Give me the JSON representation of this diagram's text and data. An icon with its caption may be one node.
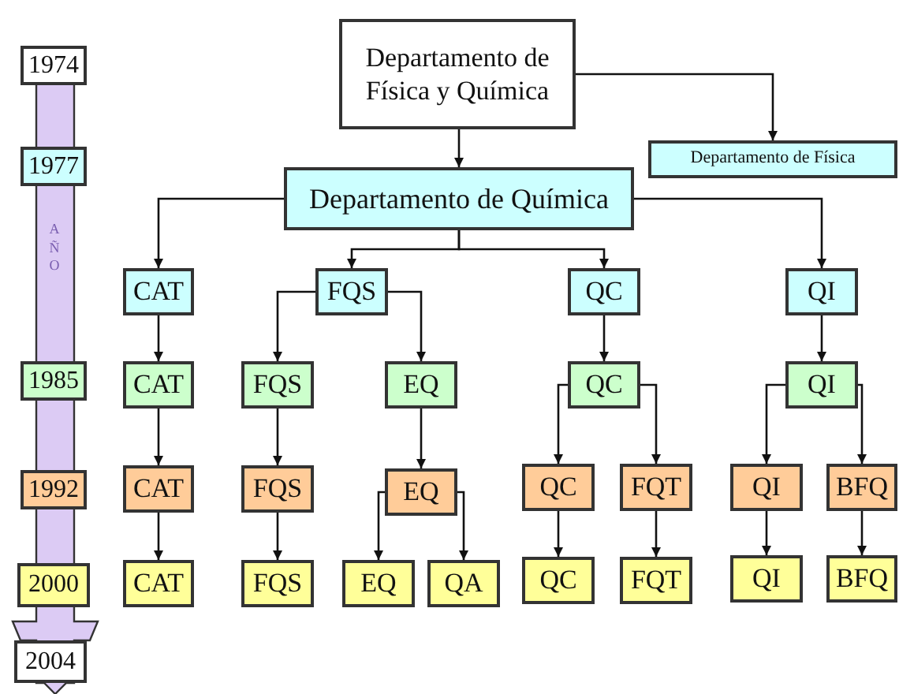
{
  "diagram": {
    "nodes": [
      {
        "text": [
          "1974"
        ]
      },
      {
        "text": [
          "1977"
        ]
      },
      {
        "text": [
          "1985"
        ]
      },
      {
        "text": [
          "1992"
        ]
      },
      {
        "text": [
          "2000"
        ]
      },
      {
        "text": [
          "2004"
        ]
      },
      {
        "text": [
          "Departamento de Física y Química"
        ]
      },
      {
        "text": [
          "Departamento de Física"
        ]
      },
      {
        "text": [
          "Departamento de Química"
        ]
      },
      {
        "text": [
          "CAT"
        ]
      },
      {
        "text": [
          "FQS"
        ]
      },
      {
        "text": [
          "QC"
        ]
      },
      {
        "text": [
          "QI"
        ]
      },
      {
        "text": [
          "CAT"
        ]
      },
      {
        "text": [
          "FQS"
        ]
      },
      {
        "text": [
          "EQ"
        ]
      },
      {
        "text": [
          "QC"
        ]
      },
      {
        "text": [
          "QI"
        ]
      },
      {
        "text": [
          "CAT"
        ]
      },
      {
        "text": [
          "FQS"
        ]
      },
      {
        "text": [
          "EQ"
        ]
      },
      {
        "text": [
          "QC"
        ]
      },
      {
        "text": [
          "FQT"
        ]
      },
      {
        "text": [
          "QI"
        ]
      },
      {
        "text": [
          "BFQ"
        ]
      },
      {
        "text": [
          "CAT"
        ]
      },
      {
        "text": [
          "FQS"
        ]
      },
      {
        "text": [
          "EQ"
        ]
      },
      {
        "text": [
          "QA"
        ]
      },
      {
        "text": [
          "QC"
        ]
      },
      {
        "text": [
          "FQT"
        ]
      },
      {
        "text": [
          "QI"
        ]
      },
      {
        "text": [
          "BFQ"
        ]
      }
    ],
    "edges": [
      {
        "from": 6,
        "to": 8,
        "arrow": "to"
      },
      {
        "from": 6,
        "to": 7,
        "arrow": "to"
      },
      {
        "from": 8,
        "to": 9,
        "arrow": "to"
      },
      {
        "from": 8,
        "to": 10,
        "arrow": "to"
      },
      {
        "from": 8,
        "to": 11,
        "arrow": "to"
      },
      {
        "from": 8,
        "to": 12,
        "arrow": "to"
      },
      {
        "from": 9,
        "to": 13,
        "arrow": "to"
      },
      {
        "from": 13,
        "to": 18,
        "arrow": "to"
      },
      {
        "from": 18,
        "to": 25,
        "arrow": "to"
      },
      {
        "from": 10,
        "to": 14,
        "arrow": "to"
      },
      {
        "from": 10,
        "to": 15,
        "arrow": "to"
      },
      {
        "from": 14,
        "to": 19,
        "arrow": "to"
      },
      {
        "from": 19,
        "to": 26,
        "arrow": "to"
      },
      {
        "from": 15,
        "to": 20,
        "arrow": "to"
      },
      {
        "from": 20,
        "to": 27,
        "arrow": "to"
      },
      {
        "from": 20,
        "to": 28,
        "arrow": "to"
      },
      {
        "from": 11,
        "to": 16,
        "arrow": "to"
      },
      {
        "from": 16,
        "to": 21,
        "arrow": "to"
      },
      {
        "from": 16,
        "to": 22,
        "arrow": "to"
      },
      {
        "from": 21,
        "to": 29,
        "arrow": "to"
      },
      {
        "from": 22,
        "to": 30,
        "arrow": "to"
      },
      {
        "from": 12,
        "to": 17,
        "arrow": "to"
      },
      {
        "from": 17,
        "to": 23,
        "arrow": "to"
      },
      {
        "from": 17,
        "to": 24,
        "arrow": "to"
      },
      {
        "from": 23,
        "to": 31,
        "arrow": "to"
      },
      {
        "from": 24,
        "to": 32,
        "arrow": "to"
      }
    ],
    "labels": [
      "AÑO"
    ]
  }
}
